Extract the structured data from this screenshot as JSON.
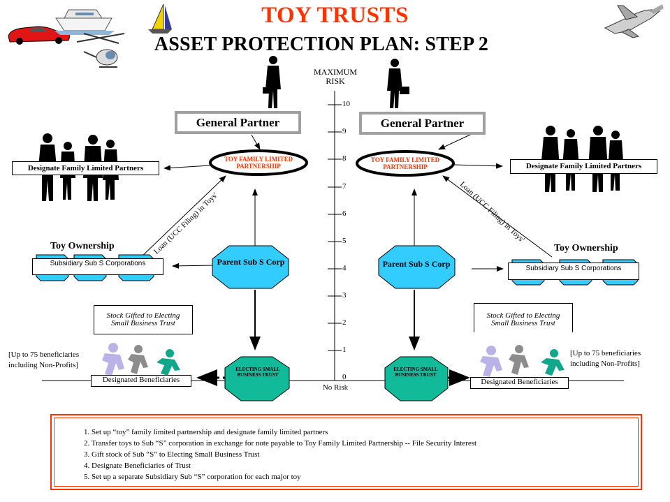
{
  "header": {
    "title": "TOY TRUSTS",
    "subtitle": "ASSET PROTECTION PLAN: STEP 2"
  },
  "risk_axis": {
    "top_label": "MAXIMUM RISK",
    "bottom_label": "No Risk",
    "ticks": [
      "10",
      "9",
      "8",
      "7",
      "6",
      "5",
      "4",
      "3",
      "2",
      "1",
      "0"
    ]
  },
  "left": {
    "general_partner": "General Partner",
    "flp_label": "TOY FAMILY LIMITED PARTNERSHIP",
    "designate_partners": "Designate Family Limited Partners",
    "toy_ownership": "Toy Ownership",
    "subsidiary": "Subsidiary Sub S Corporations",
    "loan": "Loan (UCC Filing) in Toys'",
    "parent": "Parent Sub S Corp",
    "stock_gifted": "Stock Gifted to Electing Small Business Trust",
    "trust": "ELECTING SMALL BUSINESS TRUST",
    "beneficiaries": "Designated Beneficiaries",
    "note": "[Up to 75 beneficiaries including Non-Profits]"
  },
  "right": {
    "general_partner": "General Partner",
    "flp_label": "TOY FAMILY LIMITED PARTNERSHIP",
    "designate_partners": "Designate Family Limited Partners",
    "toy_ownership": "Toy Ownership",
    "subsidiary": "Subsidiary Sub S Corporations",
    "loan": "Loan (UCC Filing) in Toys'",
    "parent": "Parent Sub S Corp",
    "stock_gifted": "Stock Gifted to Electing Small Business Trust",
    "trust": "ELECTING SMALL BUSINESS TRUST",
    "beneficiaries": "Designated Beneficiaries",
    "note": "[Up to 75 beneficiaries including Non-Profits]"
  },
  "steps": [
    "1. Set up “toy” family limited partnership and designate family limited partners",
    "2. Transfer toys to Sub “S” corporation in exchange for note payable to Toy Family Limited Partnership -- File Security Interest",
    "3. Gift stock of Sub “S” to Electing Small Business Trust",
    "4.  Designate Beneficiaries of Trust",
    "5.  Set up a separate Subsidiary Sub “S” corporation for each major toy"
  ],
  "colors": {
    "title": "#ff3300",
    "hexagon": "#33ccff",
    "trust_hexagon": "#11bb99",
    "box_border": "#ff3300"
  },
  "icons": [
    "sports-car-icon",
    "yacht-icon",
    "sailboat-icon",
    "helicopter-icon",
    "jet-icon",
    "businessman-icon",
    "family-group-icon",
    "running-children-icon"
  ]
}
